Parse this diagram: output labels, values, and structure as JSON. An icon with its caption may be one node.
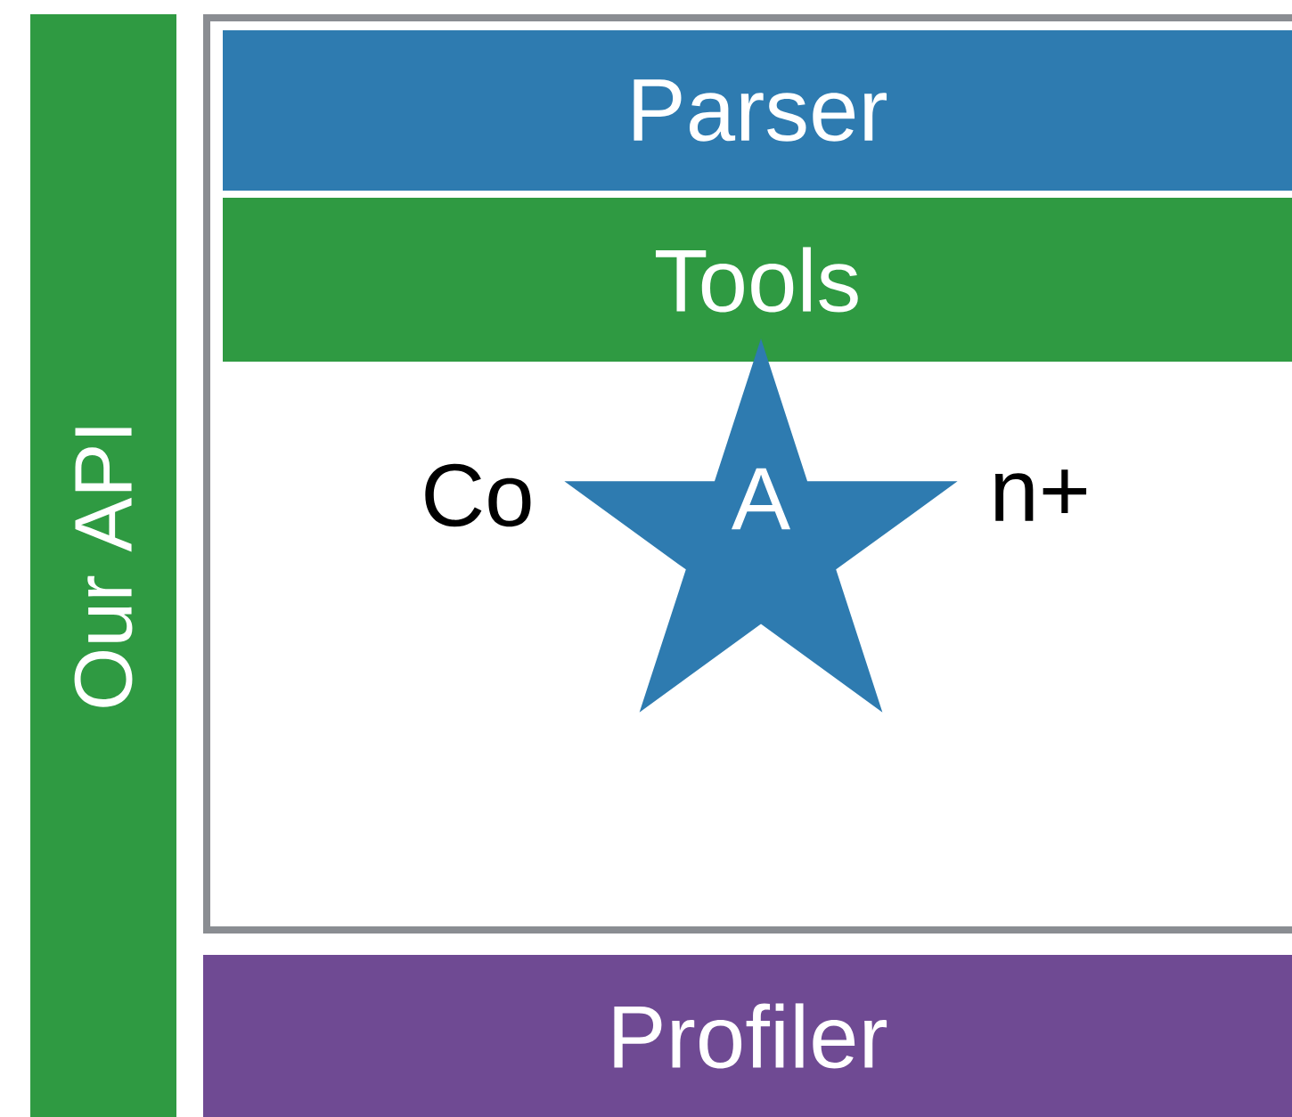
{
  "diagram": {
    "nodes": [
      {
        "text": [
          "Our API"
        ]
      },
      {
        "text": [
          "Co",
          "n+"
        ]
      },
      {
        "text": [
          "Parser"
        ],
        "in": 1
      },
      {
        "text": [
          "Tools"
        ],
        "in": 1
      },
      {
        "text": [
          "A"
        ],
        "in": 1
      },
      {
        "text": [
          "Profiler"
        ]
      }
    ]
  }
}
